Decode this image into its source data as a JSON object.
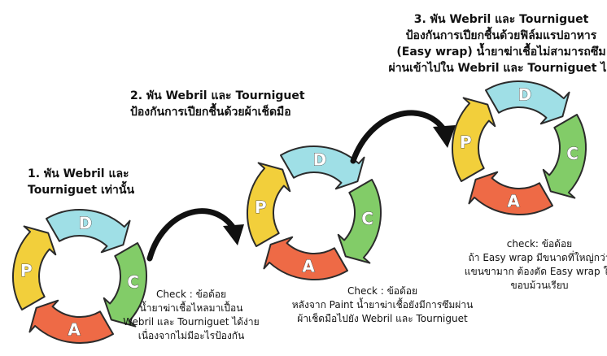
{
  "steps": [
    {
      "title": "1. พัน Webril และ\nTourniguet เท่านั้น",
      "note": "Check : ข้อด้อย\nน้ำยาฆ่าเชื้อไหลมาเปื้อน\nWebril และ Tourniguet ได้ง่าย\nเนื่องจากไม่มีอะไรป้องกัน"
    },
    {
      "title": "2. พัน Webril และ Tourniguet\nป้องกันการเปียกชื้นด้วยผ้าเช็ดมือ",
      "note": "Check : ข้อด้อย\nหลังจาก Paint น้ำยาฆ่าเชื้อยังมีการซึมผ่าน\nผ้าเช็ดมือไปยัง Webril และ Tourniguet"
    },
    {
      "title": "3. พัน Webril และ Tourniguet\nป้องกันการเปียกชื้นด้วยฟิล์มแรปอาหาร\n(Easy wrap) น้ำยาฆ่าเชื้อไม่สามารถซึม\nผ่านเข้าไปใน Webril และ Tourniguet ได้",
      "note": "check: ข้อด้อย\nถ้า Easy wrap มีขนาดที่ใหญ่กว่า\nแขนขามาก ต้องตัด Easy wrap ให้\nขอบม้วนเรียบ"
    }
  ],
  "pdca": {
    "labels": [
      "P",
      "D",
      "C",
      "A"
    ],
    "colors": {
      "P": "#f2cf3b",
      "D": "#9fdfe6",
      "C": "#82cc68",
      "A": "#ee6a46"
    }
  }
}
